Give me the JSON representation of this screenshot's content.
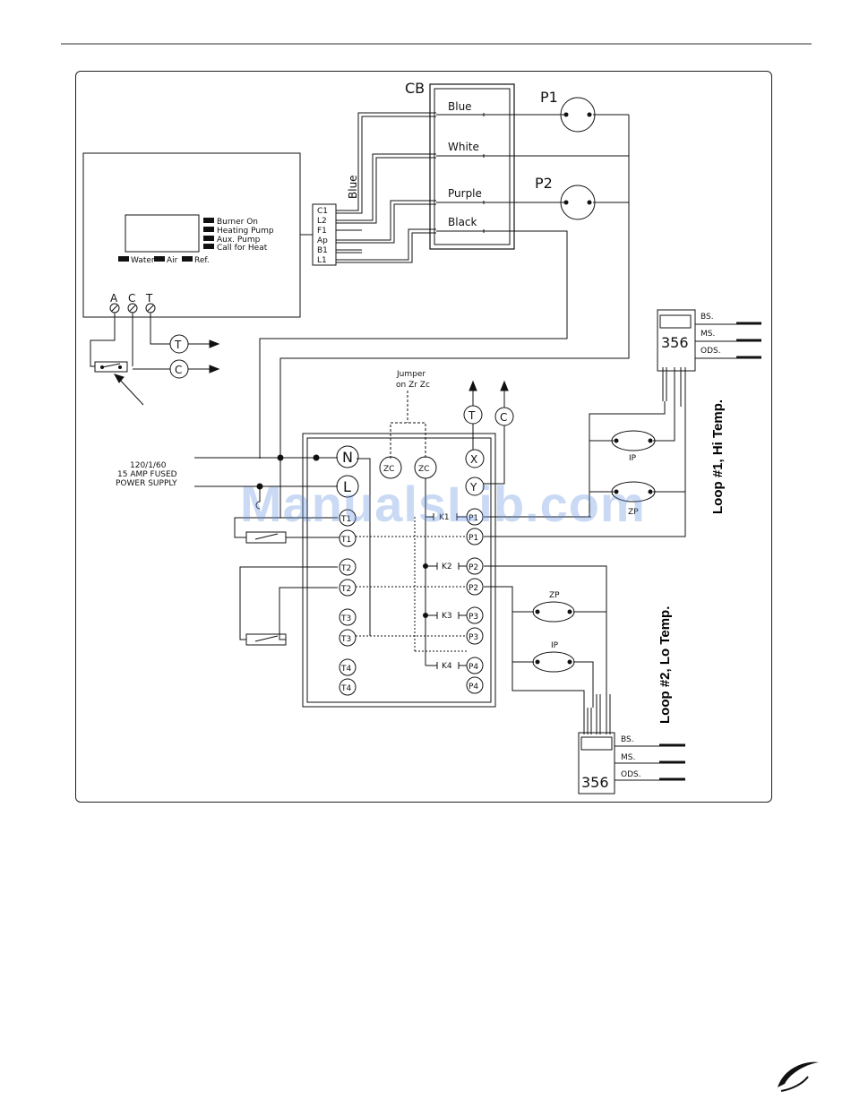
{
  "cb_label": "CB",
  "cb_wires": [
    "Blue",
    "White",
    "Purple",
    "Black"
  ],
  "blue_wire_label": "Blue",
  "pumps": [
    "P1",
    "P2"
  ],
  "control_terminals": [
    "C1",
    "L2",
    "F1",
    "Ap",
    "B1",
    "L1"
  ],
  "panel_legend": [
    "Burner On",
    "Heating Pump",
    "Aux. Pump",
    "Call for Heat"
  ],
  "panel_legend_bottom": [
    "Water",
    "Air",
    "Ref."
  ],
  "tstat_terminals": [
    "A",
    "C",
    "T"
  ],
  "outdoor_symbols": {
    "t": "T",
    "c": "C"
  },
  "jumper_label": [
    "Jumper",
    "on Zr Zc"
  ],
  "power_supply": [
    "120/1/60",
    "15 AMP FUSED",
    "POWER SUPPLY"
  ],
  "zone_left": [
    "N",
    "L",
    "T1",
    "T1",
    "T2",
    "T2",
    "T3",
    "T3",
    "T4",
    "T4"
  ],
  "zone_mid": [
    "ZC",
    "ZC"
  ],
  "zone_right": [
    "X",
    "Y",
    "P1",
    "P1",
    "P2",
    "P2",
    "P3",
    "P3",
    "P4",
    "P4"
  ],
  "relays": [
    "K1",
    "K2",
    "K3",
    "K4"
  ],
  "valve_labels": {
    "ip": "IP",
    "zp": "ZP"
  },
  "controller_model": "356",
  "controller_terms": [
    "BS.",
    "MS.",
    "ODS."
  ],
  "loop1_label": "Loop #1, Hi Temp.",
  "loop2_label": "Loop #2, Lo Temp.",
  "watermark": "ManualsLib.com"
}
